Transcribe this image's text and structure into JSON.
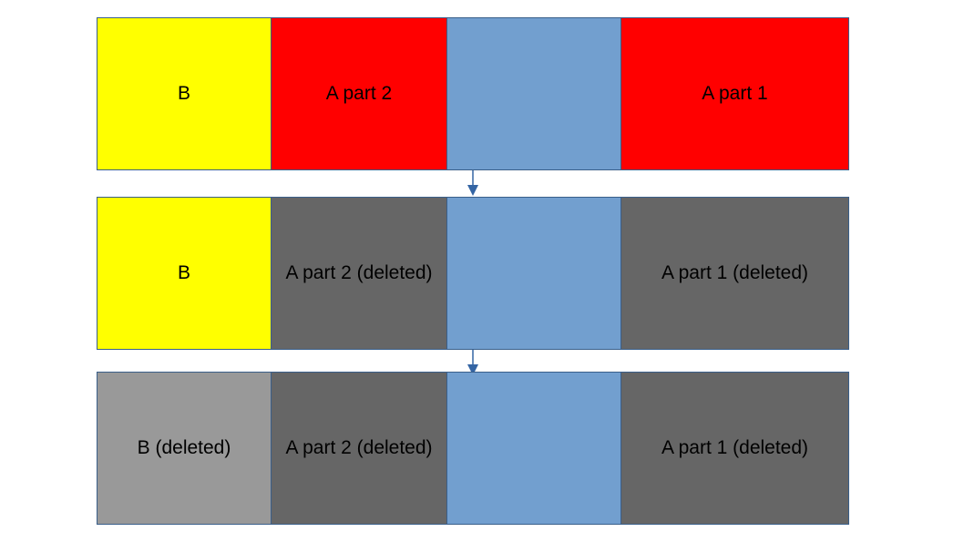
{
  "colors": {
    "yellow": "#ffff00",
    "red": "#ff0000",
    "blue": "#729fcf",
    "dark_gray": "#666666",
    "light_gray": "#999999",
    "border": "#3a5f8a",
    "arrow": "#3465a4"
  },
  "rows": [
    {
      "segments": [
        {
          "label": "B",
          "color": "#ffff00"
        },
        {
          "label": "A part 2",
          "color": "#ff0000"
        },
        {
          "label": "",
          "color": "#729fcf"
        },
        {
          "label": "A part 1",
          "color": "#ff0000"
        }
      ]
    },
    {
      "segments": [
        {
          "label": "B",
          "color": "#ffff00"
        },
        {
          "label": "A part 2 (deleted)",
          "color": "#666666"
        },
        {
          "label": "",
          "color": "#729fcf"
        },
        {
          "label": "A part 1 (deleted)",
          "color": "#666666"
        }
      ]
    },
    {
      "segments": [
        {
          "label": "B (deleted)",
          "color": "#999999"
        },
        {
          "label": "A part 2 (deleted)",
          "color": "#666666"
        },
        {
          "label": "",
          "color": "#729fcf"
        },
        {
          "label": "A part 1 (deleted)",
          "color": "#666666"
        }
      ]
    }
  ],
  "arrows": [
    {
      "icon": "arrow-down-icon"
    },
    {
      "icon": "arrow-down-icon"
    }
  ]
}
